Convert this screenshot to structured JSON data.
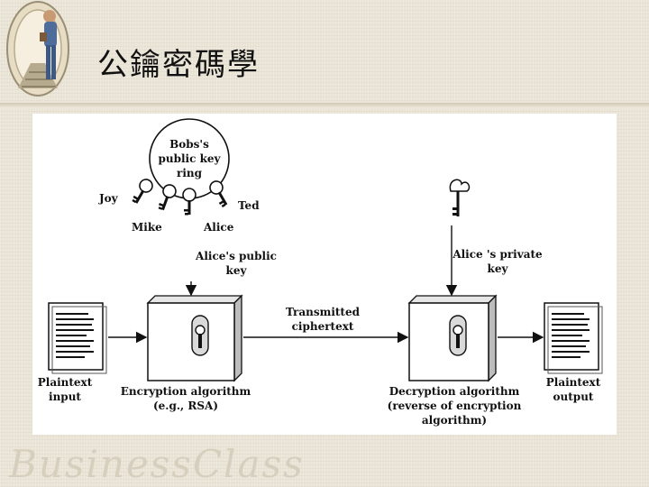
{
  "slide": {
    "title": "公鑰密碼學",
    "watermark": "BusinessClass"
  },
  "diagram": {
    "keyring_label": [
      "Bobs's",
      "public key",
      "ring"
    ],
    "key_names": {
      "joy": "Joy",
      "mike": "Mike",
      "alice": "Alice",
      "ted": "Ted"
    },
    "alice_public_key": [
      "Alice's public",
      "key"
    ],
    "alice_private_key": [
      "Alice 's private",
      "key"
    ],
    "transmitted": [
      "Transmitted",
      "ciphertext"
    ],
    "plaintext_input": [
      "Plaintext",
      "input"
    ],
    "plaintext_output": [
      "Plaintext",
      "output"
    ],
    "encryption": [
      "Encryption algorithm",
      "(e.g., RSA)"
    ],
    "decryption": [
      "Decryption algorithm",
      "(reverse of encryption",
      "algorithm)"
    ]
  }
}
